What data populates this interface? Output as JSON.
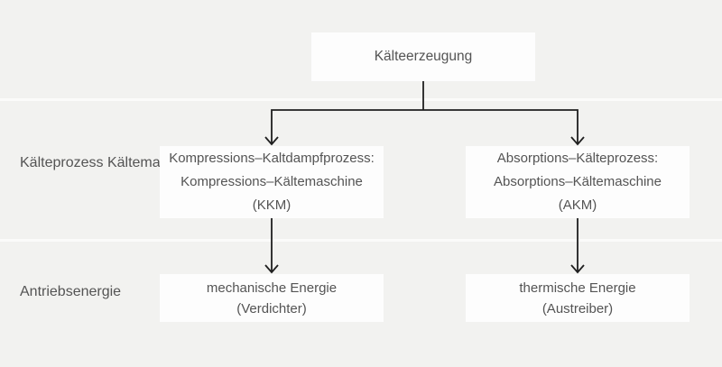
{
  "colors": {
    "bg": "#f2f2f0",
    "divider": "#fbfbfa",
    "box_bg": "#fdfdfd",
    "text": "#545454",
    "line": "#1f1f1f"
  },
  "diagram": {
    "root_box": {
      "label": "Kälteerzeugung"
    },
    "row_labels": {
      "process": {
        "line1": "Kälteprozess",
        "line2": "Kältemaschine"
      },
      "energy": {
        "line1": "Antriebsenergie"
      }
    },
    "process_boxes": [
      {
        "line1": "Kompressions–Kaltdampfprozess:",
        "line2": "Kompressions–Kältemaschine",
        "line3": "(KKM)"
      },
      {
        "line1": "Absorptions–Kälteprozess:",
        "line2": "Absorptions–Kältemaschine",
        "line3": "(AKM)"
      }
    ],
    "energy_boxes": [
      {
        "line1": "mechanische Energie",
        "line2": "(Verdichter)"
      },
      {
        "line1": "thermische Energie",
        "line2": "(Austreiber)"
      }
    ]
  }
}
